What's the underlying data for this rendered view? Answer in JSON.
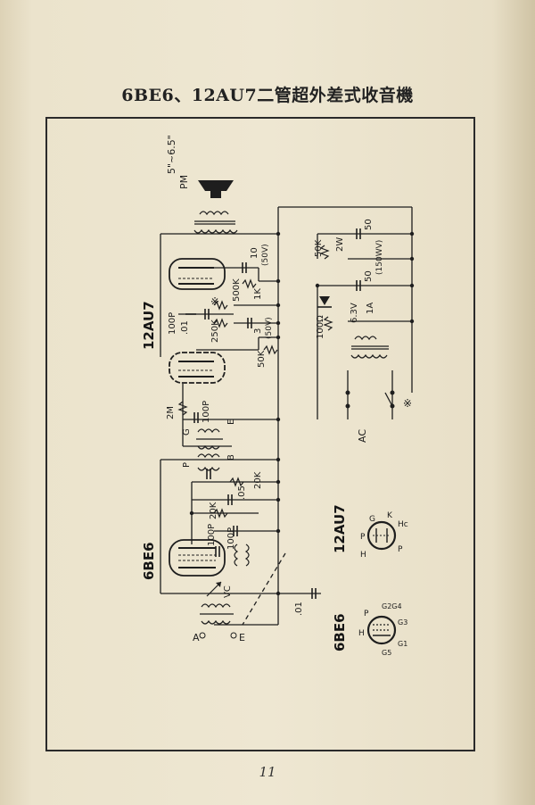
{
  "page": {
    "title": "6BE6、12AU7二管超外差式收音機",
    "number": "11"
  },
  "tubes": {
    "left_12au7": "12AU7",
    "left_6be6": "6BE6",
    "right_12au7": "12AU7",
    "right_6be6": "6BE6"
  },
  "labels": {
    "speaker": "5\"~6.5\"",
    "pm": "PM",
    "c10": "10",
    "c10v": "(50V)",
    "r500k": "500K",
    "r1k": "1K",
    "c100p_top": "100P",
    "c01_top": ".01",
    "r250k": "250K",
    "c3": "3",
    "c3v": "(50V)",
    "r50k_mid": "50K",
    "r2m": "2M",
    "c100p_mid": "100P",
    "g": "G",
    "e": "E",
    "p": "P",
    "b": "B",
    "r20k1": "20K",
    "c05": ".05",
    "r20k2": "20K",
    "c100p_low": "100P",
    "c100p_low2": "100P",
    "vc": "VC",
    "c01_low": ".01",
    "a": "A",
    "e_low": "E",
    "r50k_top": "50K",
    "r50k_top_w": "2W",
    "c50_top": "50",
    "c50_mid": "50",
    "c50_v": "(150WV)",
    "r100": "100Ω",
    "h63": "6.3V",
    "a1": "1A",
    "ac": "AC",
    "asterisk": "※",
    "pin_h": "H",
    "pin_p": "P",
    "pin_g": "G",
    "pin_k": "K",
    "pin_hc": "Hc",
    "pin_g2g4": "G2G4",
    "pin_g3": "G3",
    "pin_g5": "G5",
    "pin_g1": "G1"
  }
}
